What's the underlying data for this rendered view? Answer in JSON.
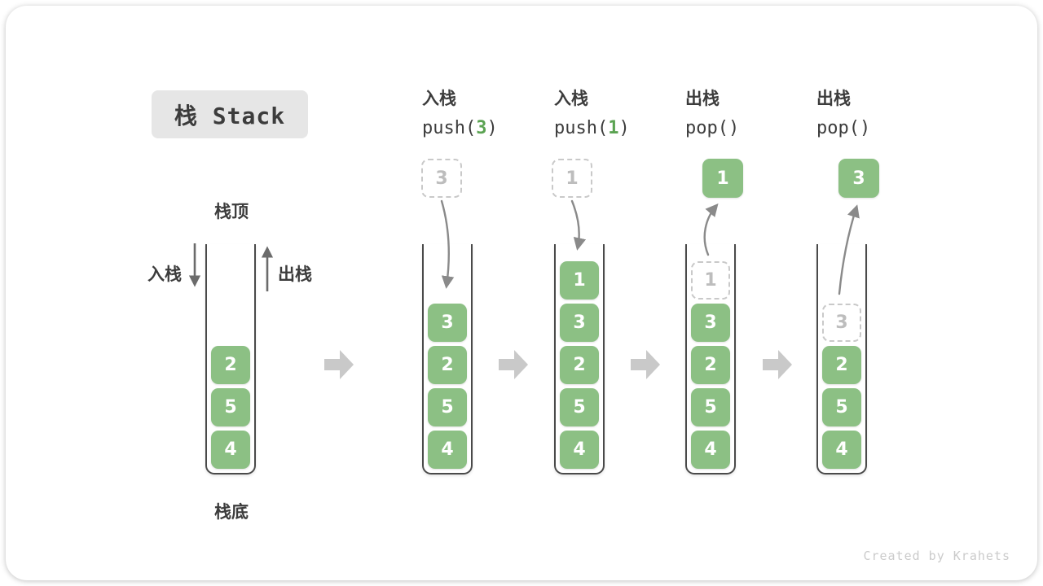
{
  "title": "栈 Stack",
  "watermark": "Created by Krahets",
  "labels": {
    "stack_top": "栈顶",
    "stack_bottom": "栈底",
    "push_side": "入栈",
    "pop_side": "出栈"
  },
  "colors": {
    "block_green": "#8CC084",
    "code_green": "#5BA352",
    "dashed_border": "#C9C9C9",
    "dashed_text": "#BDBDBD",
    "curve_arrow_gray": "#8A8A8A",
    "side_arrow_gray": "#6B6B6B",
    "transition_gray": "#C9C9C9",
    "wall_dark": "#4A4A4A",
    "text_dark": "#3C3C3C",
    "title_bg": "#E6E6E6"
  },
  "initial_stack": {
    "items_top_to_bottom": [
      "2",
      "5",
      "4"
    ]
  },
  "stages": [
    {
      "op_label": "入栈",
      "op_code": {
        "pre": "push(",
        "arg": "3",
        "post": ")"
      },
      "floating_item": {
        "value": "3",
        "style": "dashed"
      },
      "arrow": "push",
      "stack_top_to_bottom": [
        {
          "value": "3",
          "style": "solid"
        },
        {
          "value": "2",
          "style": "solid"
        },
        {
          "value": "5",
          "style": "solid"
        },
        {
          "value": "4",
          "style": "solid"
        }
      ]
    },
    {
      "op_label": "入栈",
      "op_code": {
        "pre": "push(",
        "arg": "1",
        "post": ")"
      },
      "floating_item": {
        "value": "1",
        "style": "dashed"
      },
      "arrow": "push",
      "stack_top_to_bottom": [
        {
          "value": "1",
          "style": "solid"
        },
        {
          "value": "3",
          "style": "solid"
        },
        {
          "value": "2",
          "style": "solid"
        },
        {
          "value": "5",
          "style": "solid"
        },
        {
          "value": "4",
          "style": "solid"
        }
      ]
    },
    {
      "op_label": "出栈",
      "op_code": {
        "pre": "pop(",
        "arg": "",
        "post": ")"
      },
      "floating_item": {
        "value": "1",
        "style": "solid"
      },
      "arrow": "pop",
      "stack_top_to_bottom": [
        {
          "value": "1",
          "style": "dashed"
        },
        {
          "value": "3",
          "style": "solid"
        },
        {
          "value": "2",
          "style": "solid"
        },
        {
          "value": "5",
          "style": "solid"
        },
        {
          "value": "4",
          "style": "solid"
        }
      ]
    },
    {
      "op_label": "出栈",
      "op_code": {
        "pre": "pop(",
        "arg": "",
        "post": ")"
      },
      "floating_item": {
        "value": "3",
        "style": "solid"
      },
      "arrow": "pop",
      "stack_top_to_bottom": [
        {
          "value": "3",
          "style": "dashed"
        },
        {
          "value": "2",
          "style": "solid"
        },
        {
          "value": "5",
          "style": "solid"
        },
        {
          "value": "4",
          "style": "solid"
        }
      ]
    }
  ]
}
